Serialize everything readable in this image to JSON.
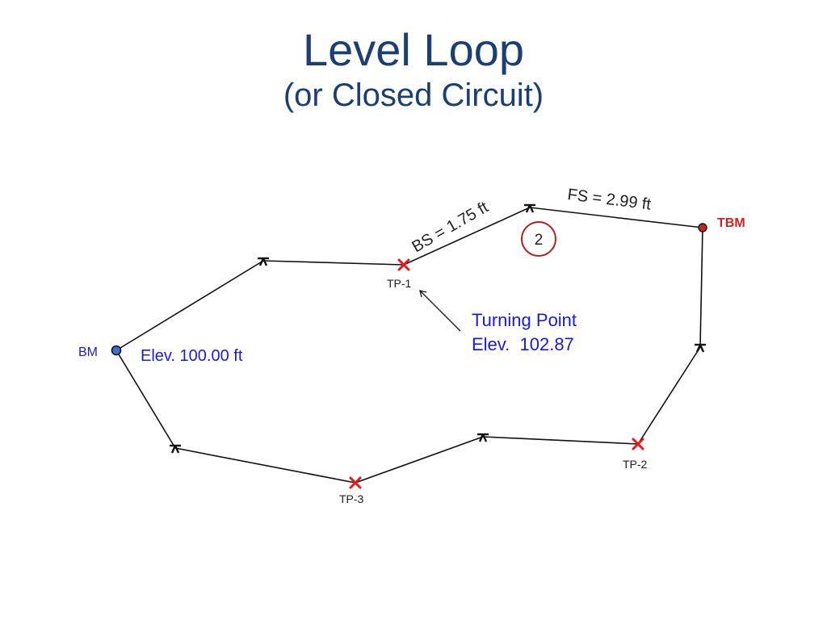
{
  "slide": {
    "title": "Level Loop",
    "subtitle": "(or Closed Circuit)"
  },
  "diagram": {
    "benchmark": {
      "label": "BM",
      "elevation_text": "Elev. 100.00 ft",
      "label_color": "#2b3fb5",
      "marker_color": "#3a6fd8"
    },
    "temporary_benchmark": {
      "label": "TBM",
      "label_color": "#d42020",
      "marker_color": "#c0281c"
    },
    "turning_points": [
      "TP-1",
      "TP-2",
      "TP-3"
    ],
    "turning_point_marker_color": "#e81818",
    "backsight_text": "BS = 1.75 ft",
    "foresight_text": "FS = 2.99 ft",
    "setup_number": "2",
    "setup_circle_color": "#b02020",
    "callout": {
      "line1": "Turning Point",
      "line2": "Elev.  102.87"
    },
    "text_color_blue": "#1a1adb",
    "icons": {
      "instrument": "level-instrument-icon",
      "turning_point": "x-marker-icon",
      "benchmark": "circle-marker-icon"
    }
  }
}
